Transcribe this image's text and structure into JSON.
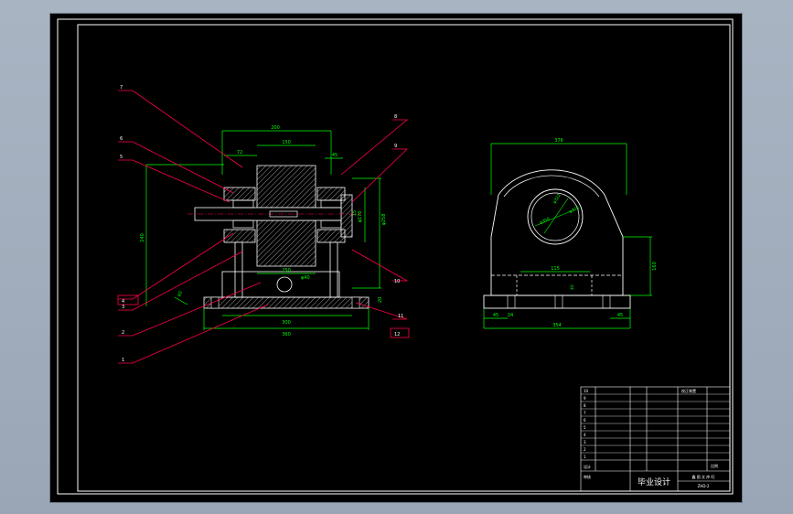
{
  "colors": {
    "background": "#000000",
    "frame": "#ffffff",
    "dimension": "#00ff00",
    "leader": "#ff0044",
    "part_outline": "#ffffff",
    "hatch": "#ffffff"
  },
  "front_view": {
    "dims": {
      "top_width": "200",
      "d72": "72",
      "d150": "150",
      "d45": "45",
      "height_left": "240",
      "phi_right": "φ258",
      "phi_inner": "φ170",
      "d15": "15",
      "base_inner": "300",
      "base_total": "360",
      "lower_width": "250",
      "phi40": "φ40",
      "left_small": "40",
      "right_small": "20"
    },
    "callouts": [
      "7",
      "6",
      "5",
      "8",
      "9",
      "10",
      "4",
      "3",
      "2",
      "1",
      "11",
      "12"
    ]
  },
  "side_view": {
    "dims": {
      "top_width": "376",
      "phi1": "φ322",
      "phi2": "φ356",
      "phi3": "φ376",
      "d115": "115",
      "d160": "160",
      "d40": "40",
      "base_l": "45",
      "base_l2": "24",
      "base_total": "354",
      "base_r": "45"
    }
  },
  "title_block": {
    "main_title": "毕业设计",
    "rows": [
      "10",
      "9",
      "8",
      "7",
      "6",
      "5",
      "4",
      "3",
      "2",
      "1"
    ],
    "right_top": "校正装置",
    "right_mid": "比例",
    "school": "鑫  图  文  库  旺",
    "code": "ZHD-2",
    "drawn": "设计",
    "checked": "审核"
  }
}
